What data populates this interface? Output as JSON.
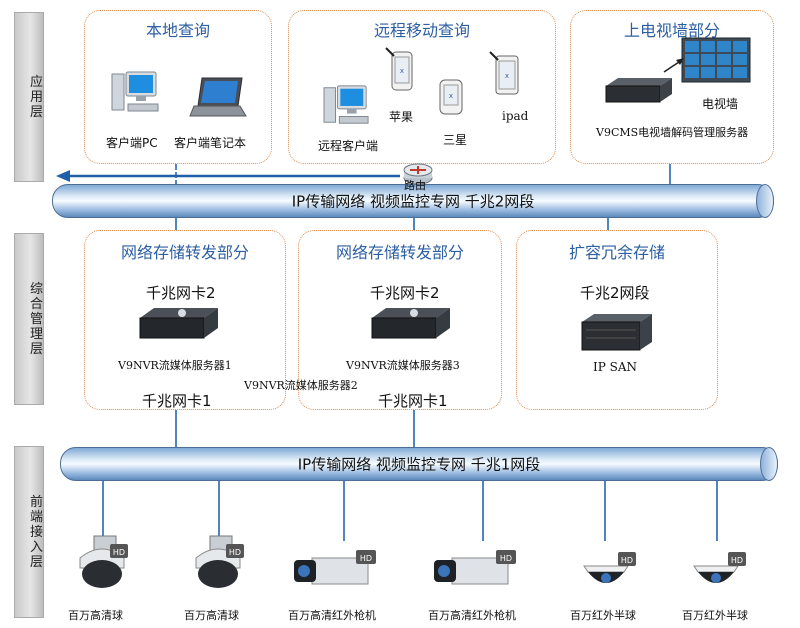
{
  "layers": {
    "application": "应用层",
    "management": "综合管理层",
    "frontend": "前端接入层"
  },
  "top": {
    "local_query": {
      "title": "本地查询",
      "client_pc": "客户端PC",
      "client_laptop": "客户端笔记本"
    },
    "remote_mobile": {
      "title": "远程移动查询",
      "remote_client": "远程客户端",
      "apple": "苹果",
      "samsung": "三星",
      "ipad": "ipad"
    },
    "tv_wall": {
      "title": "上电视墙部分",
      "wall": "电视墙",
      "decoder": "V9CMS电视墙解码管理服务器"
    },
    "router": "路由"
  },
  "network_top": "IP传输网络    视频监控专网   千兆2网段",
  "middle": {
    "storage1": {
      "title": "网络存储转发部分",
      "nic_top": "千兆网卡2",
      "server": "V9NVR流媒体服务器1",
      "nic_bottom": "千兆网卡1"
    },
    "server2_label": "V9NVR流媒体服务器2",
    "storage2": {
      "title": "网络存储转发部分",
      "nic_top": "千兆网卡2",
      "server": "V9NVR流媒体服务器3",
      "nic_bottom": "千兆网卡1"
    },
    "expansion": {
      "title": "扩容冗余存储",
      "segment": "千兆2网段",
      "san": "IP SAN"
    }
  },
  "network_bottom": "IP传输网络    视频监控专网   千兆1网段",
  "cameras": [
    {
      "label": "百万高清球",
      "type": "dome-ptz"
    },
    {
      "label": "百万高清球",
      "type": "dome-ptz"
    },
    {
      "label": "百万高清红外枪机",
      "type": "bullet"
    },
    {
      "label": "百万高清红外枪机",
      "type": "bullet"
    },
    {
      "label": "百万红外半球",
      "type": "half-dome"
    },
    {
      "label": "百万红外半球",
      "type": "half-dome"
    }
  ],
  "colors": {
    "zone_border": "#e08a4b",
    "zone_title": "#2d5fa3",
    "pipe": "#9bbbe0",
    "arrow": "#1f5fa8"
  }
}
